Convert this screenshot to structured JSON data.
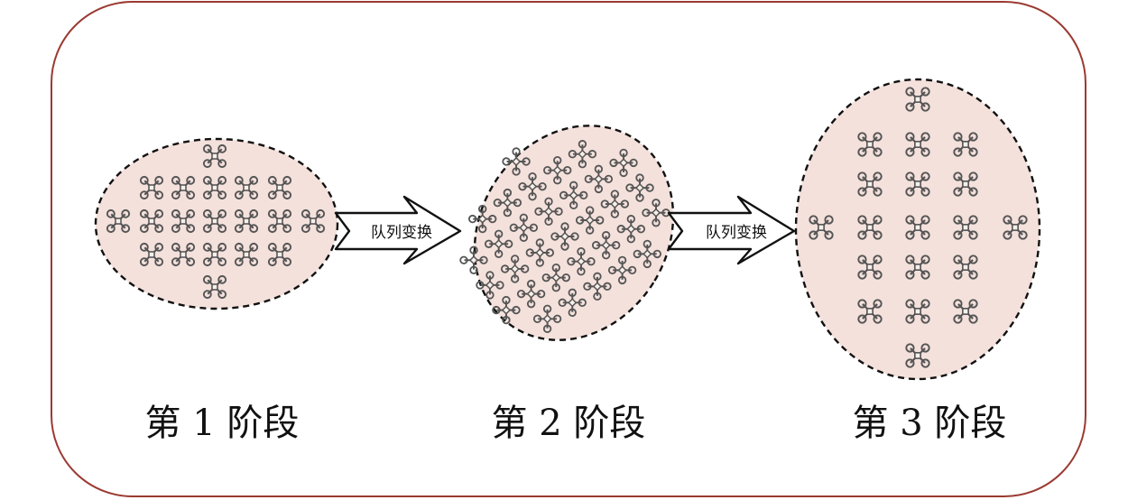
{
  "frame": {
    "border_color": "#9a3a32"
  },
  "colors": {
    "ellipse_fill": "#f4e1dc",
    "ink": "#111111",
    "drone": "#555555"
  },
  "drone_icon": "quadcopter-icon",
  "stages": [
    {
      "label": "第 1 阶段"
    },
    {
      "label": "第 2 阶段"
    },
    {
      "label": "第 3 阶段"
    }
  ],
  "arrows": [
    {
      "label": "队列变换"
    },
    {
      "label": "队列变换"
    }
  ]
}
